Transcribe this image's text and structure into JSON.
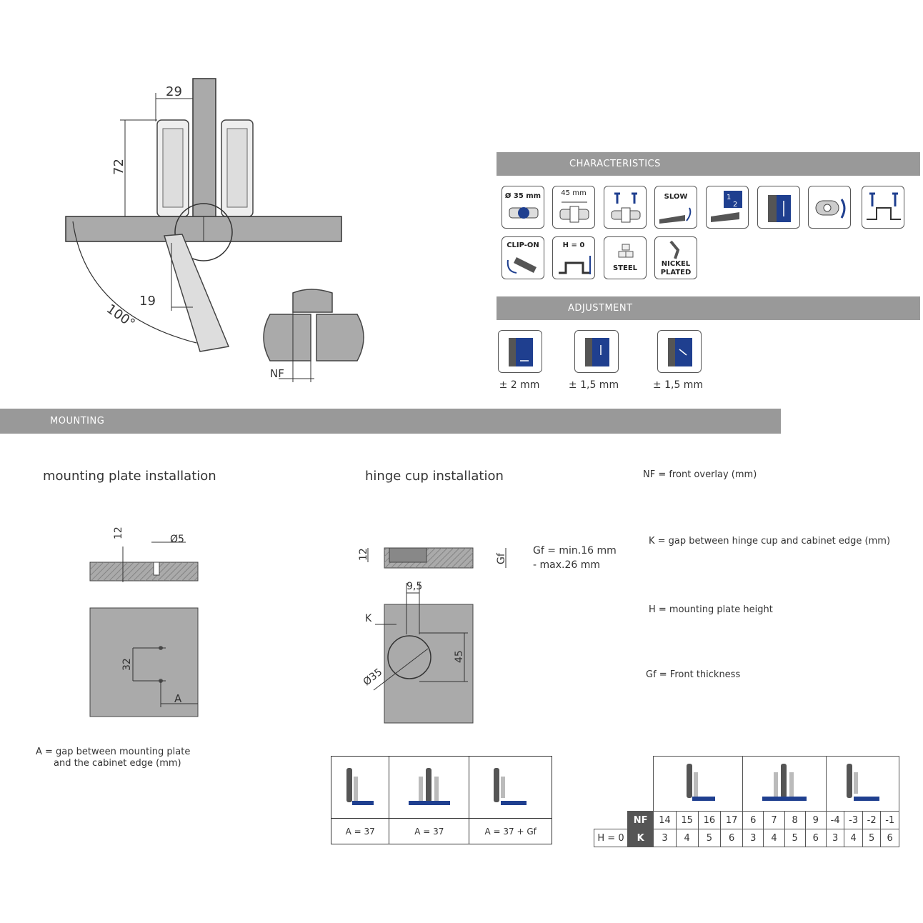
{
  "sections": {
    "characteristics": "CHARACTERISTICS",
    "adjustment": "ADJUSTMENT",
    "mounting": "MOUNTING"
  },
  "main_drawing": {
    "dim_29": "29",
    "dim_72": "72",
    "dim_19": "19",
    "angle": "100°",
    "nf": "NF"
  },
  "characteristics": {
    "cup_diameter": "Ø 35 mm",
    "plate_angle": "45 mm",
    "slow": "SLOW",
    "clip_on": "CLIP-ON",
    "h0": "H = 0",
    "steel": "STEEL",
    "nickel_line1": "NICKEL",
    "nickel_line2": "PLATED"
  },
  "adjustment": {
    "side": "± 2 mm",
    "height": "± 1,5 mm",
    "depth": "± 1,5 mm"
  },
  "mounting": {
    "plate_title": "mounting plate installation",
    "cup_title": "hinge cup installation",
    "plate_dims": {
      "d12": "12",
      "d5": "Ø5",
      "d32": "32",
      "a": "A"
    },
    "cup_dims": {
      "d12": "12",
      "gf": "Gf",
      "gf_line1": "Gf = min.16 mm",
      "gf_line2": "- max.26 mm",
      "d95": "9,5",
      "k": "K",
      "d35": "Ø35",
      "d45": "45"
    },
    "legend_a_line1": "A =  gap between mounting plate",
    "legend_a_line2": "and the cabinet edge (mm)",
    "legend_nf": "NF =  front overlay (mm)",
    "legend_k": "K =  gap between hinge cup and cabinet edge (mm)",
    "legend_h": "H =  mounting plate height",
    "legend_gf": "Gf = Front thickness"
  },
  "table_a": {
    "values": [
      "A = 37",
      "A = 37",
      "A = 37 + Gf"
    ]
  },
  "table_nf": {
    "nf_label": "NF",
    "k_label": "K",
    "h_label": "H = 0",
    "nf": [
      "14",
      "15",
      "16",
      "17",
      "6",
      "7",
      "8",
      "9",
      "-4",
      "-3",
      "-2",
      "-1"
    ],
    "k": [
      "3",
      "4",
      "5",
      "6",
      "3",
      "4",
      "5",
      "6",
      "3",
      "4",
      "5",
      "6"
    ]
  },
  "colors": {
    "accent": "#1f3f8f",
    "bar": "#999999",
    "panel": "#a9a9a9"
  }
}
